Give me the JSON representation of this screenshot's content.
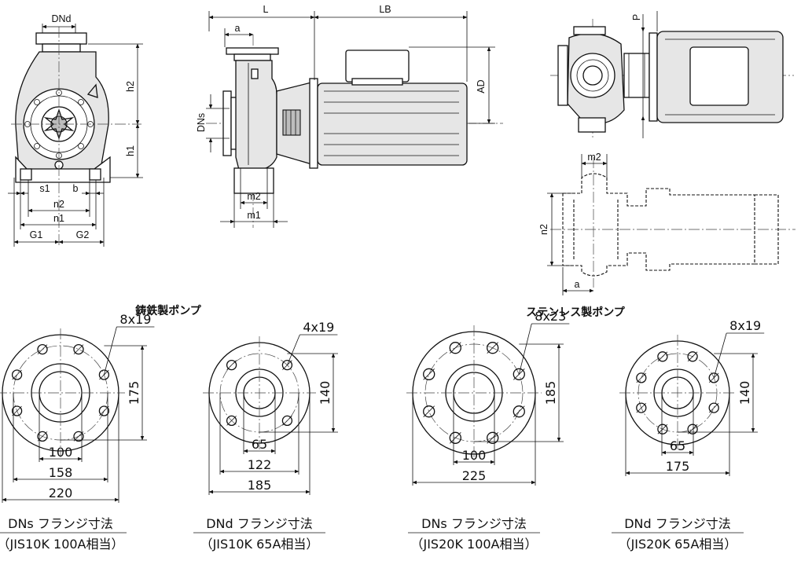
{
  "front_view": {
    "dnd": "DNd",
    "h2": "h2",
    "h1": "h1",
    "s1": "s1",
    "b": "b",
    "n2": "n2",
    "n1": "n1",
    "g1": "G1",
    "g2": "G2"
  },
  "side_view": {
    "l": "L",
    "lb": "LB",
    "a": "a",
    "dns": "DNs",
    "ad": "AD",
    "m2": "m2",
    "m1": "m1"
  },
  "top_view": {
    "p": "P"
  },
  "base_view": {
    "m2": "m2",
    "n2": "n2",
    "a": "a"
  },
  "sections": {
    "cast_iron": "鋳鉄製ポンプ",
    "stainless": "ステンレス製ポンプ"
  },
  "flanges": [
    {
      "bolts": "8x19",
      "pcd": "175",
      "bore": "100",
      "mid": "158",
      "outer": "220",
      "caption1": "DNs フランジ寸法",
      "caption2": "（JIS10K 100A相当）"
    },
    {
      "bolts": "4x19",
      "pcd": "140",
      "bore": "65",
      "mid": "122",
      "outer": "185",
      "caption1": "DNd フランジ寸法",
      "caption2": "（JIS10K 65A相当）"
    },
    {
      "bolts": "8x23",
      "pcd": "185",
      "bore": "100",
      "mid": "",
      "outer": "225",
      "caption1": "DNs フランジ寸法",
      "caption2": "（JIS20K 100A相当）"
    },
    {
      "bolts": "8x19",
      "pcd": "140",
      "bore": "65",
      "mid": "",
      "outer": "175",
      "caption1": "DNd フランジ寸法",
      "caption2": "（JIS20K 65A相当）"
    }
  ]
}
